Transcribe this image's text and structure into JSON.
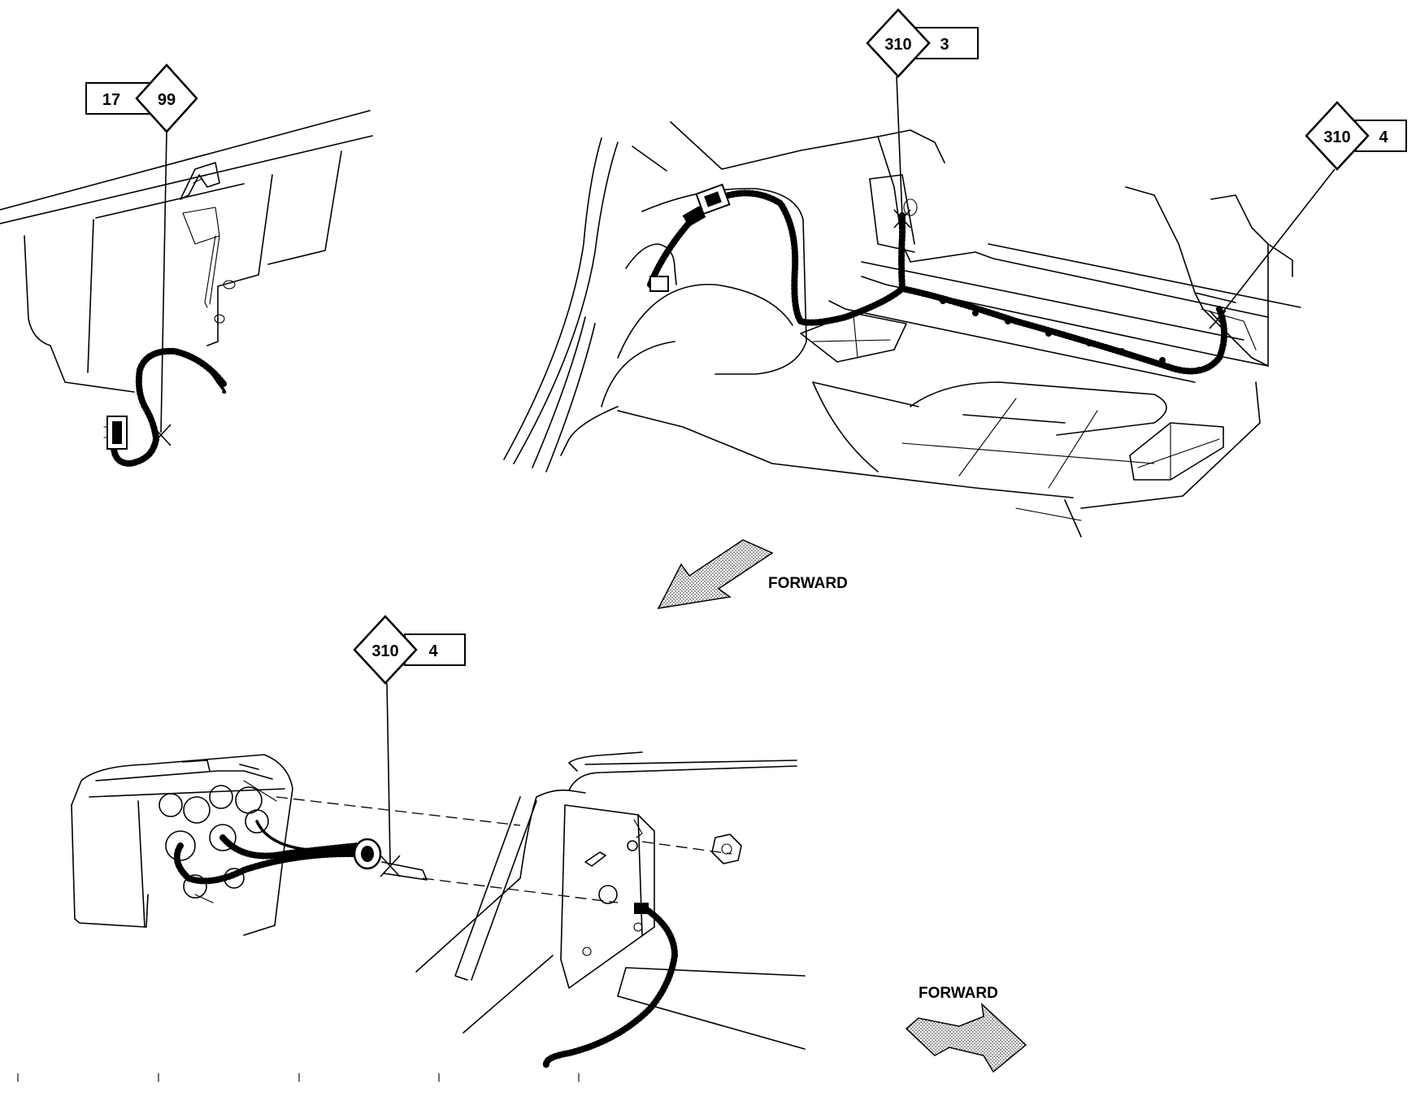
{
  "callouts": [
    {
      "id": "top-left",
      "box": "17",
      "diamond": "99"
    },
    {
      "id": "top-center",
      "diamond": "310",
      "box": "3"
    },
    {
      "id": "top-right",
      "diamond": "310",
      "box": "4"
    },
    {
      "id": "bottom",
      "diamond": "310",
      "box": "4"
    }
  ],
  "direction_labels": {
    "top": "FORWARD",
    "bottom": "FORWARD"
  }
}
